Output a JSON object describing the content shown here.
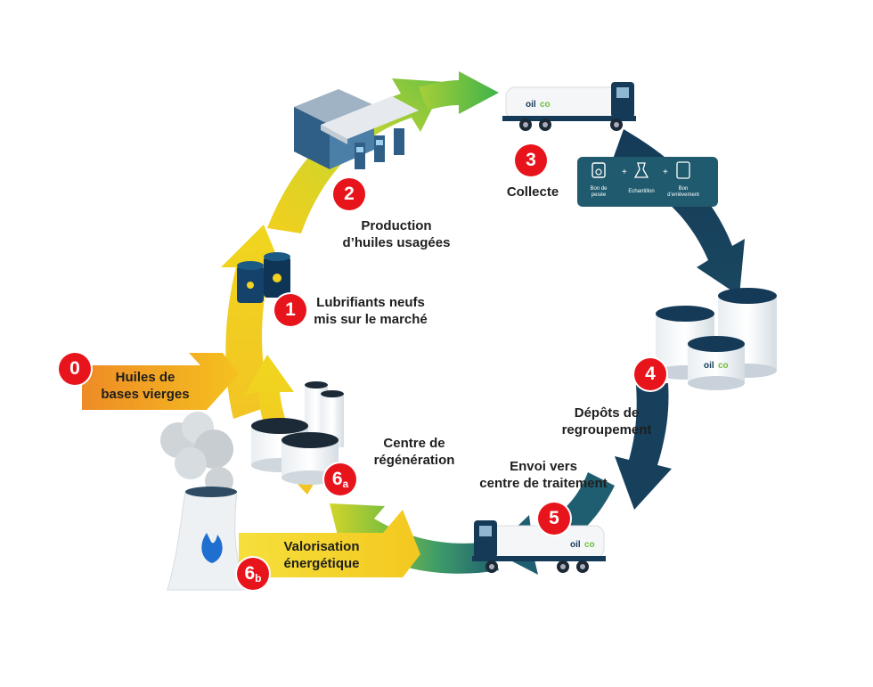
{
  "steps": {
    "s0": {
      "badge": "0",
      "line1": "Huiles de",
      "line2": "bases vierges"
    },
    "s1": {
      "badge": "1",
      "line1": "Lubrifiants neufs",
      "line2": "mis sur le marché"
    },
    "s2": {
      "badge": "2",
      "line1": "Production",
      "line2": "d’huiles usagées"
    },
    "s3": {
      "badge": "3",
      "line1": "Collecte"
    },
    "s4": {
      "badge": "4",
      "line1": "Dépôts de",
      "line2": "regroupement"
    },
    "s5": {
      "badge": "5",
      "line1": "Envoi vers",
      "line2": "centre de traitement"
    },
    "s6a": {
      "badge": "6",
      "badge_sub": "a",
      "line1": "Centre de",
      "line2": "régénération"
    },
    "s6b": {
      "badge": "6",
      "badge_sub": "b",
      "line1": "Valorisation",
      "line2": "énergétique"
    }
  },
  "collect_panel": {
    "item1": {
      "line1": "Bon de",
      "line2": "pesée"
    },
    "item2": {
      "line1": "Echantillon"
    },
    "item3": {
      "line1": "Bon",
      "line2": "d’enlèvement"
    },
    "plus": "+"
  },
  "brand": {
    "part1": "oil",
    "part2": "co"
  },
  "colors": {
    "navy": "#143a57",
    "teal": "#1f5a6e",
    "green": "#57b947",
    "yellow": "#f1d11f",
    "orange": "#f0922a",
    "red_badge": "#e8141c"
  }
}
